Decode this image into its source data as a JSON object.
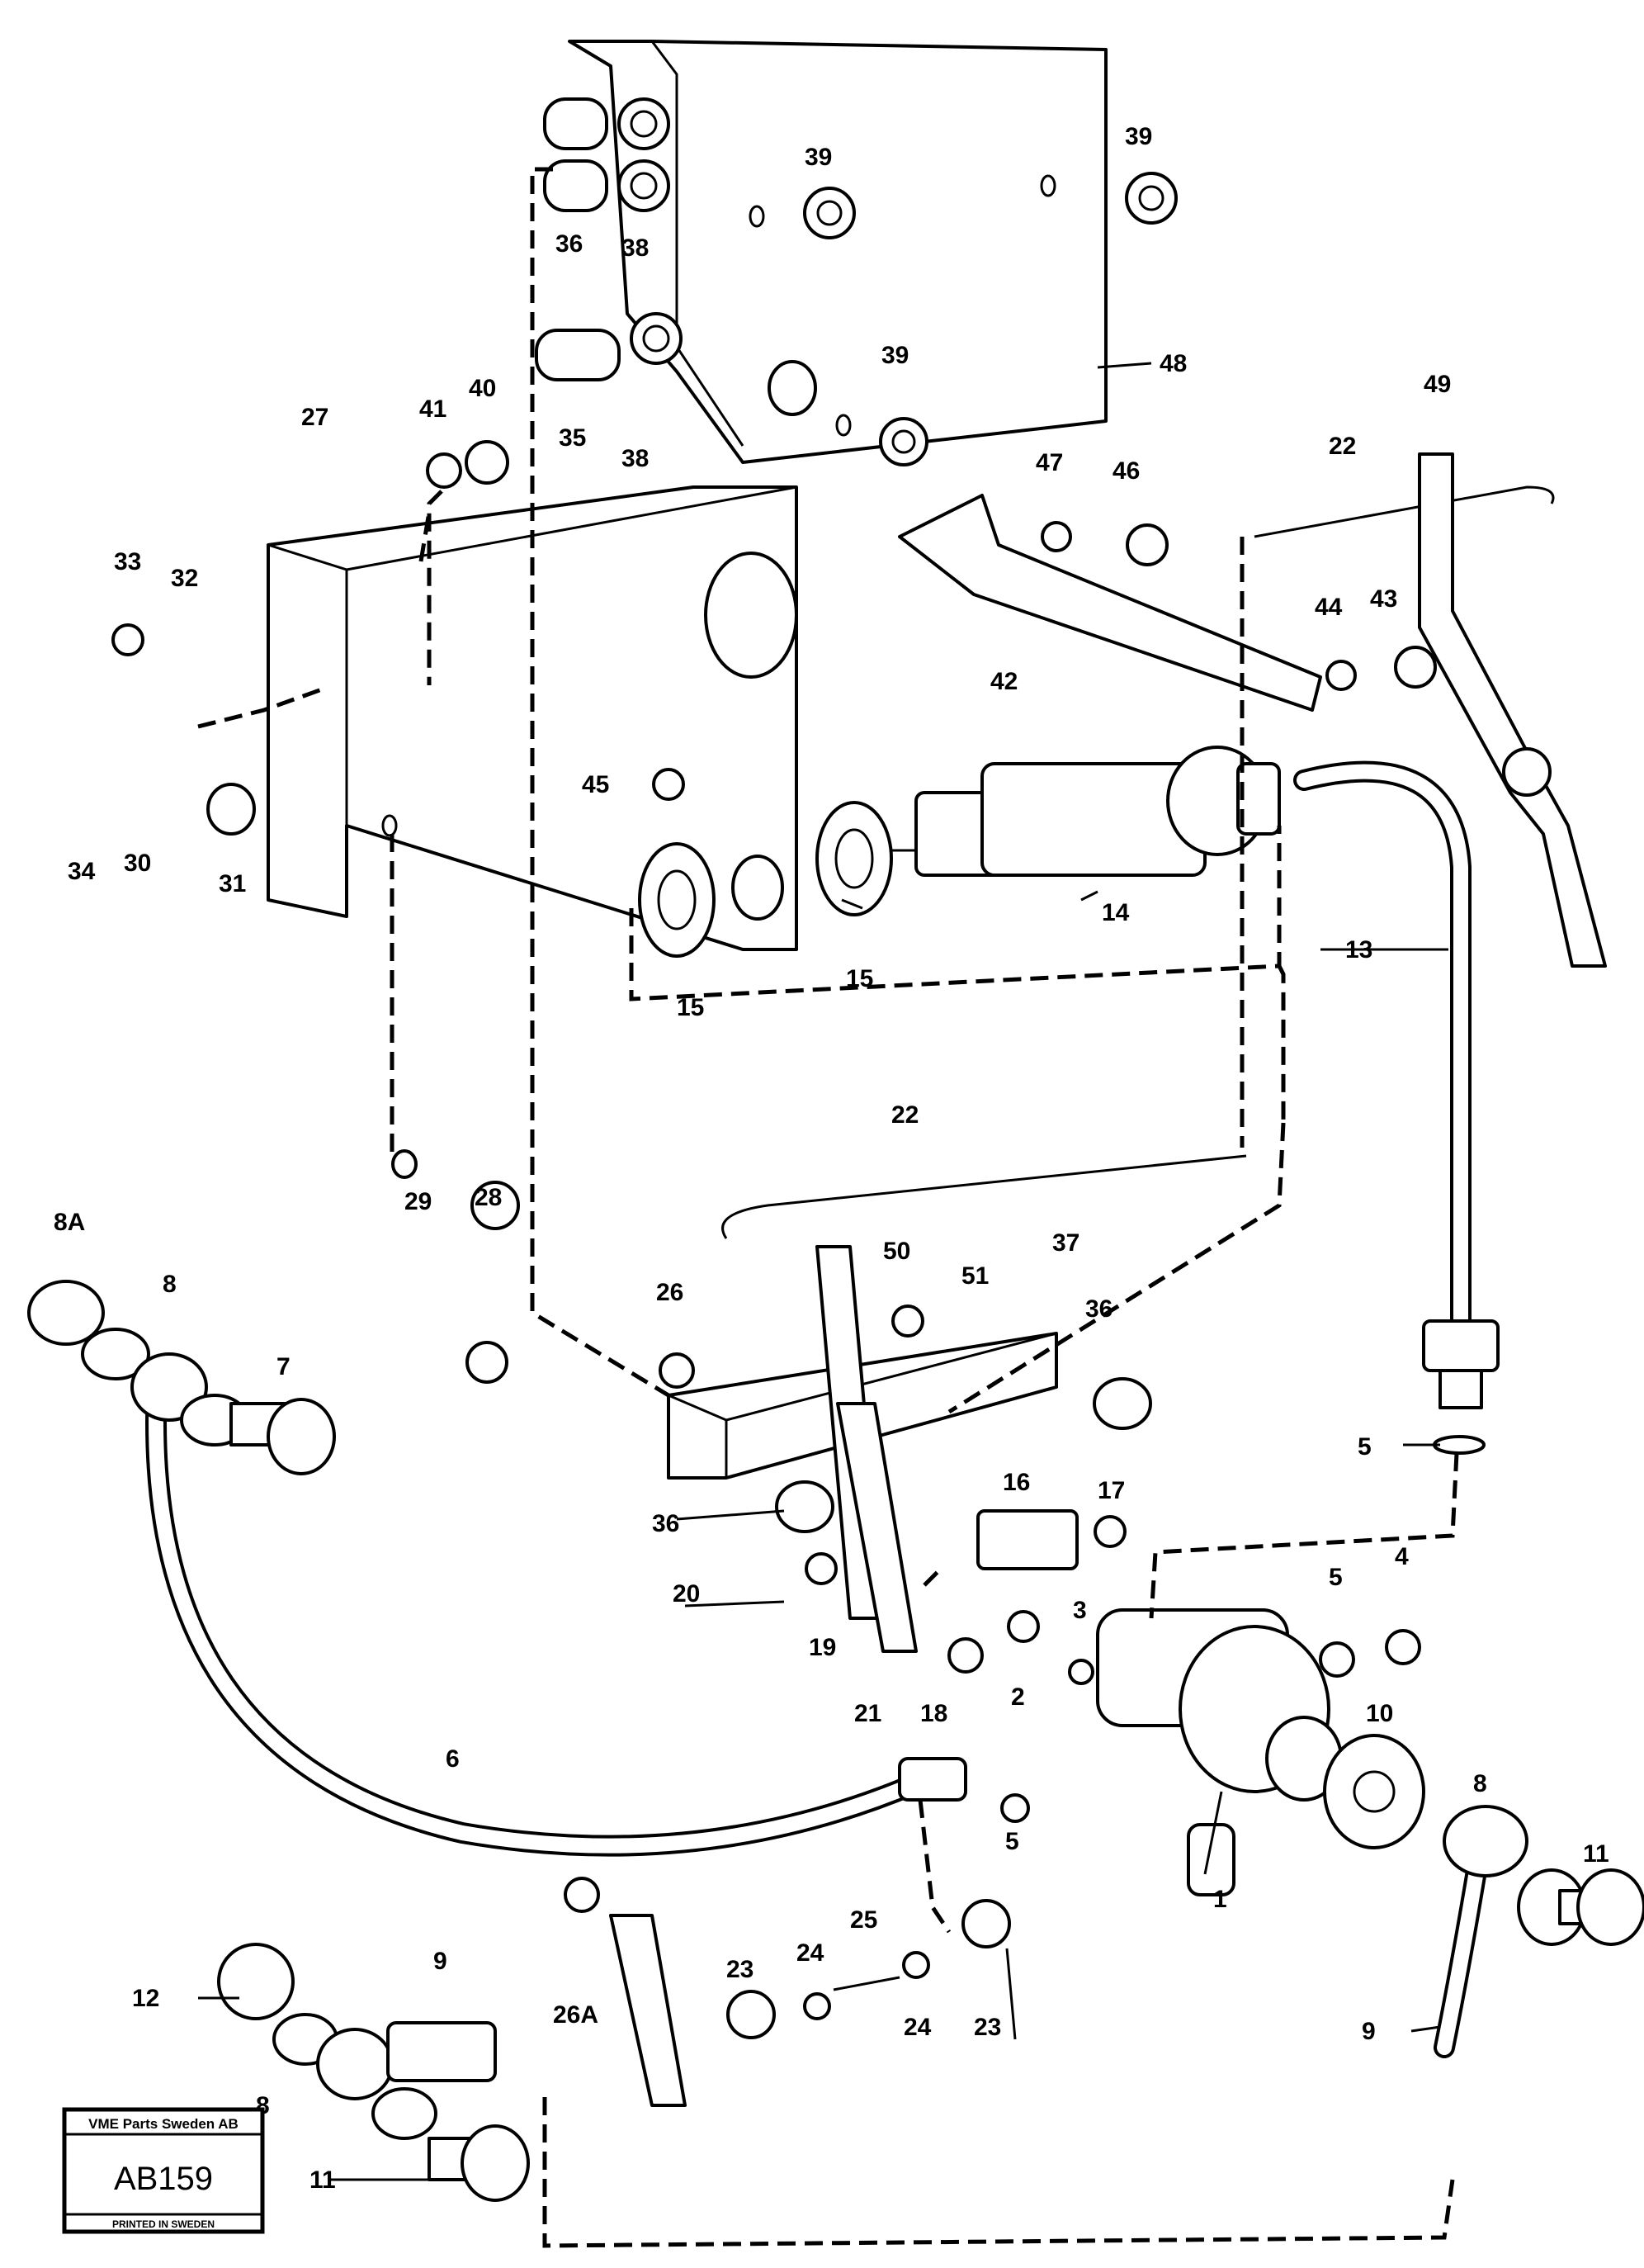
{
  "labels": [
    "1",
    "2",
    "3",
    "4",
    "5",
    "6",
    "7",
    "8",
    "8A",
    "9",
    "10",
    "11",
    "12",
    "13",
    "14",
    "15",
    "16",
    "17",
    "18",
    "19",
    "20",
    "21",
    "22",
    "23",
    "24",
    "25",
    "26",
    "26A",
    "27",
    "28",
    "29",
    "30",
    "31",
    "32",
    "33",
    "34",
    "35",
    "36",
    "37",
    "38",
    "39",
    "40",
    "41",
    "42",
    "43",
    "44",
    "45",
    "46",
    "47",
    "48",
    "49",
    "50",
    "51"
  ],
  "stamp": {
    "company": "VME Parts Sweden AB",
    "code": "AB159",
    "printed": "PRINTED IN SWEDEN"
  }
}
